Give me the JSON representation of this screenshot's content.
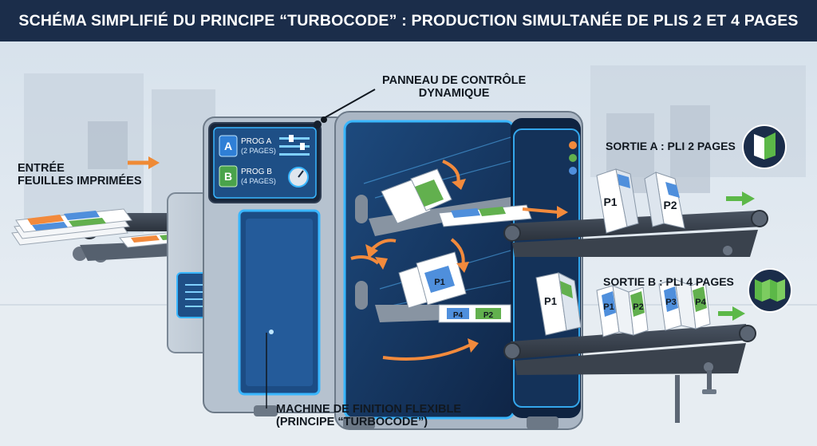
{
  "title": "SCHÉMA SIMPLIFIÉ DU PRINCIPE “TURBOCODE” : PRODUCTION SIMULTANÉE DE PLIS 2 ET 4 PAGES",
  "labels": {
    "input": [
      "ENTRÉE",
      "FEUILLES IMPRIMÉES"
    ],
    "panel": [
      "PANNEAU DE CONTRÔLE",
      "DYNAMIQUE"
    ],
    "machine": [
      "MACHINE DE FINITION FLEXIBLE",
      "(PRINCIPE “TURBOCODE”)"
    ],
    "output_a": "SORTIE A : PLI 2 PAGES",
    "output_b": "SORTIE B : PLI 4 PAGES"
  },
  "control_panel": {
    "prog_a": {
      "badge": "A",
      "name": "PROG A",
      "detail": "(2 PAGES)"
    },
    "prog_b": {
      "badge": "B",
      "name": "PROG B",
      "detail": "(4 PAGES)"
    }
  },
  "output_a_pages": [
    "P1",
    "P2"
  ],
  "output_b_pages": [
    "P1",
    "P1",
    "P2",
    "P3",
    "P4"
  ],
  "inner_pages": [
    "P1",
    "P4",
    "P2"
  ],
  "colors": {
    "navy": "#1b2d4a",
    "machine_blue": "#16355e",
    "glow": "#39b6ff",
    "arrow_orange": "#ef8a35",
    "arrow_green": "#5cb848",
    "page_blue": "#4f8fdc",
    "page_green": "#62b04e",
    "page_orange": "#f28a3c"
  }
}
